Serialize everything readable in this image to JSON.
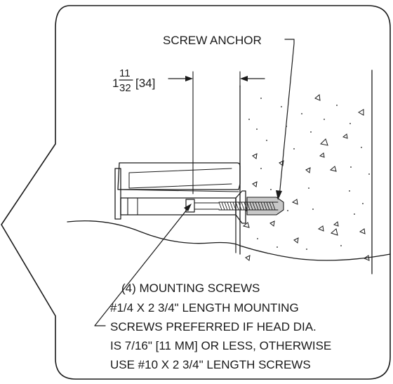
{
  "labels": {
    "screw_anchor": "SCREW ANCHOR",
    "dimension_whole": "1",
    "dimension_numerator": "11",
    "dimension_denominator": "32",
    "dimension_metric": "[34]"
  },
  "note": {
    "lines": [
      "(4) MOUNTING SCREWS",
      "#1/4 X 2 3/4\" LENGTH MOUNTING",
      "SCREWS PREFERRED IF HEAD DIA.",
      "IS 7/16\" [11 MM] OR LESS, OTHERWISE",
      "USE #10 X 2 3/4\" LENGTH SCREWS"
    ]
  }
}
